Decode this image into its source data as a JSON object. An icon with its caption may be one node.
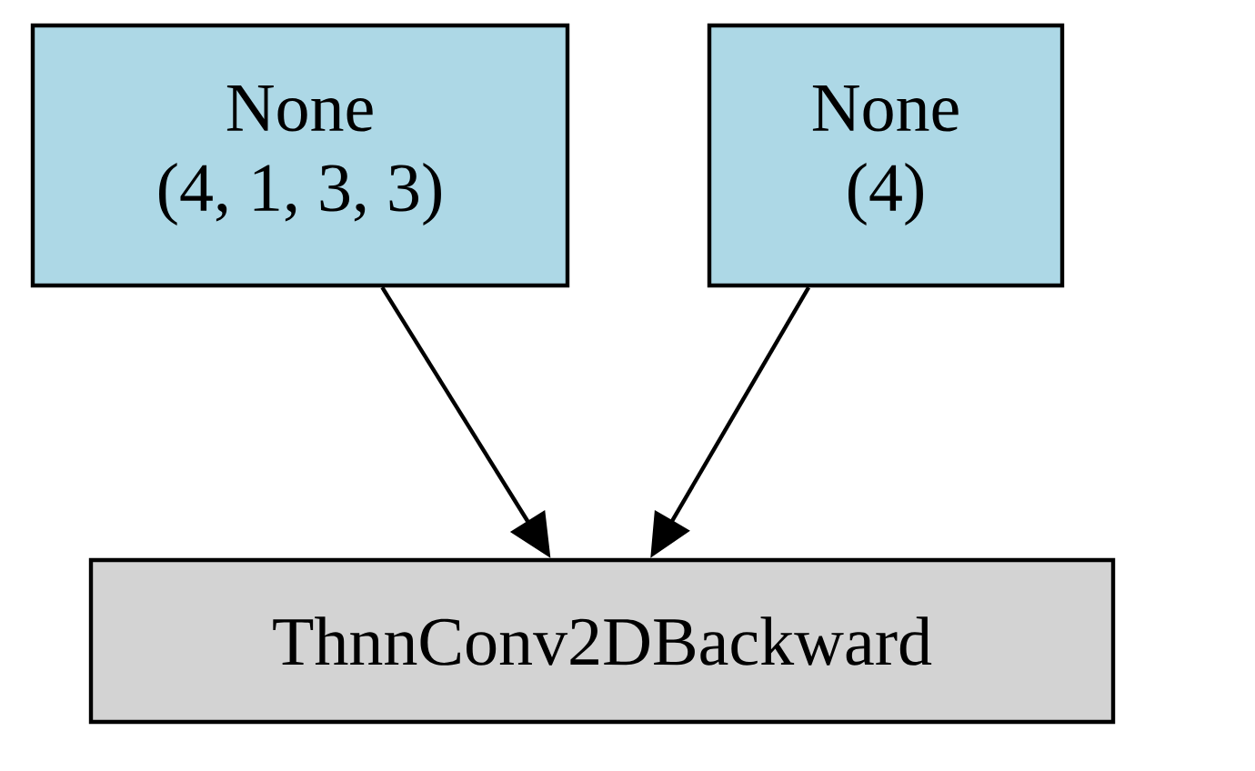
{
  "diagram": {
    "nodes": [
      {
        "text": [
          "None",
          "(4, 1, 3, 3)"
        ]
      },
      {
        "text": [
          "None",
          "(4)"
        ]
      },
      {
        "text": [
          "ThnnConv2DBackward"
        ]
      }
    ],
    "edges": [
      {
        "from": 0,
        "to": 2,
        "arrow": "to"
      },
      {
        "from": 1,
        "to": 2,
        "arrow": "to"
      }
    ]
  }
}
